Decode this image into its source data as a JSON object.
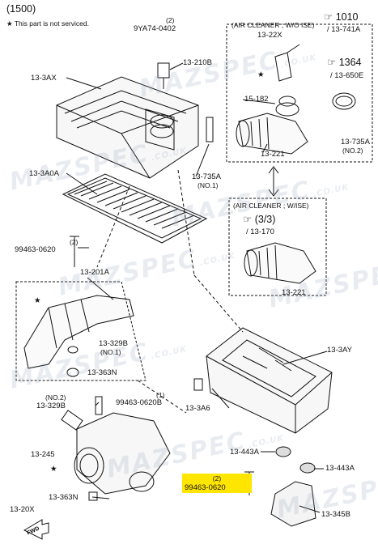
{
  "title": "(1500)",
  "legend": {
    "star_note": "This part is not serviced."
  },
  "watermark": {
    "text": "MAZSPEC",
    "sub": ".CO.UK"
  },
  "labels": {
    "qty2_top": "(2)",
    "p9ya74": "9YA74-0402",
    "p13_210b": "13-210B",
    "p13_3ax": "13-3AX",
    "p13_3a0a": "13-3A0A",
    "p15_182": "15-182",
    "p13_221_top": "13-221",
    "p13_735a_right": "13-735A",
    "no2_right": "(NO.2)",
    "p13_735a_mid": "13-735A",
    "no1_mid": "(NO.1)",
    "aircleaner_wo": "(AIR CLEANER ; W/O ISE)",
    "p13_22x": "13-22X",
    "ref_1010": "1010",
    "ref_13_741a": "/ 13-741A",
    "ref_1364": "1364",
    "ref_13_650e": "/ 13-650E",
    "aircleaner_w": "(AIR CLEANER ; W/ISE)",
    "ref_33": "(3/3)",
    "ref_13_170": "/ 13-170",
    "p13_221_bot": "13-221",
    "qty2_bolt": "(2)",
    "p99463_0620": "99463-0620",
    "p13_201a": "13-201A",
    "p13_329b_no1": "13-329B",
    "no1_329": "(NO.1)",
    "p13_363n_a": "13-363N",
    "p13_3ay": "13-3AY",
    "p13_3a6": "13-3A6",
    "no2_left": "(NO.2)",
    "p13_329b_left": "13-329B",
    "qty1": "(1)",
    "p99463_0620b": "99463-0620B",
    "p13_245": "13-245",
    "p13_443a_left": "13-443A",
    "p13_443a_right": "13-443A",
    "qty2_hl": "(2)",
    "p99463_0620_hl": "99463-0620",
    "p13_363n_b": "13-363N",
    "p13_345b": "13-345B",
    "p13_20x": "13-20X"
  },
  "colors": {
    "highlight": "#ffe600",
    "line": "#111111",
    "watermark": "#9fb3c6"
  }
}
